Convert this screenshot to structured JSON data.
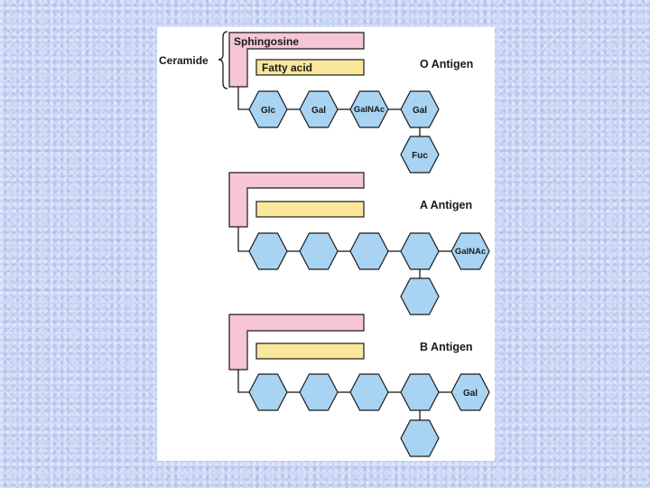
{
  "figure": {
    "ceramide_label": "Ceramide",
    "sphingosine_label": "Sphingosine",
    "fatty_acid_label": "Fatty acid"
  },
  "antigens": [
    {
      "name": "O Antigen",
      "chain": [
        "Glc",
        "Gal",
        "GalNAc",
        "Gal"
      ],
      "terminal": "",
      "branch": "Fuc"
    },
    {
      "name": "A Antigen",
      "chain": [
        "",
        "",
        "",
        ""
      ],
      "terminal": "GalNAc",
      "branch": ""
    },
    {
      "name": "B Antigen",
      "chain": [
        "",
        "",
        "",
        ""
      ],
      "terminal": "Gal",
      "branch": ""
    }
  ],
  "colors": {
    "sphingosine": "#f7c5d8",
    "fatty_acid": "#fbe79a",
    "sugar": "#a9d3f2",
    "outline": "#1a1a1a"
  }
}
